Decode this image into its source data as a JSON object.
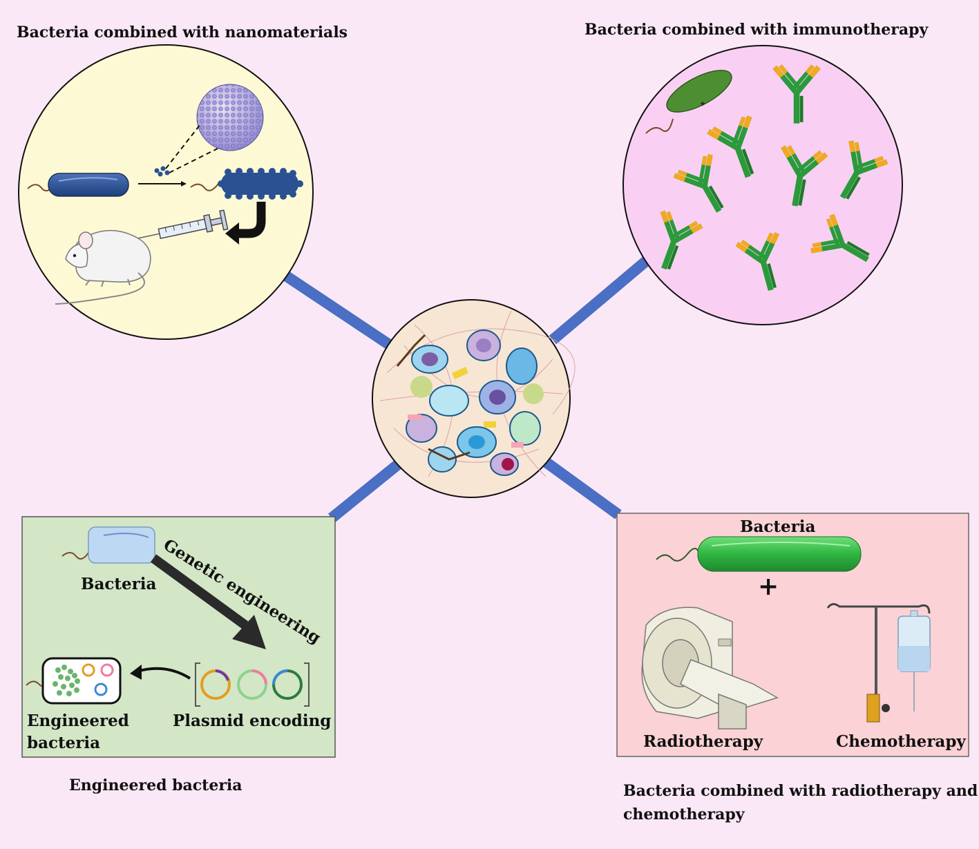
{
  "titles": {
    "nanomaterials": "Bacteria combined with nanomaterials",
    "immunotherapy": "Bacteria combined with immunotherapy",
    "engineered": "Engineered bacteria",
    "radio_chemo_line1": "Bacteria combined with radiotherapy and",
    "radio_chemo_line2": "chemotherapy"
  },
  "engineered_panel": {
    "bacteria": "Bacteria",
    "arrow_label": "Genetic engineering",
    "plasmid": "Plasmid encoding",
    "engineered_line1": "Engineered",
    "engineered_line2": "bacteria"
  },
  "radio_chemo_panel": {
    "bacteria": "Bacteria",
    "plus": "+",
    "radiotherapy": "Radiotherapy",
    "chemotherapy": "Chemotherapy"
  },
  "colors": {
    "background": "#fae8f6",
    "connector": "#4a6fc4",
    "nano_circle": "#fdf9d4",
    "immuno_circle": "#f9d0f3",
    "engineered_box": "#d3e6c6",
    "radio_box": "#fbd2d6",
    "antibody_green": "#2a9a3a",
    "antibody_tip": "#f2a81f",
    "nano_bacteria": "#2b5193",
    "radio_bacteria": "#38c04a"
  }
}
